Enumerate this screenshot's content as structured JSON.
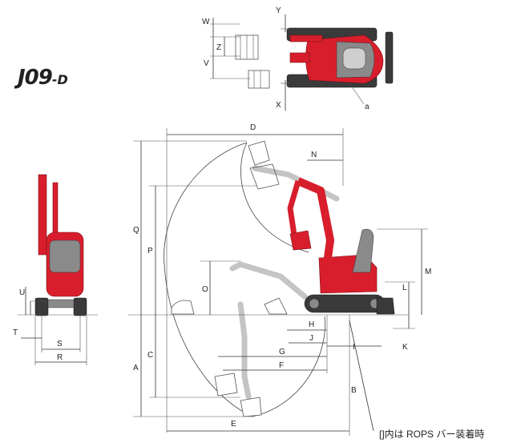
{
  "model": {
    "name": "J09",
    "suffix": "-D"
  },
  "note": "[]内は ROPS バー装着時",
  "dimension_labels": {
    "A": "A",
    "B": "B",
    "C": "C",
    "D": "D",
    "E": "E",
    "F": "F",
    "G": "G",
    "H": "H",
    "I": "I",
    "J": "J",
    "K": "K",
    "L": "L",
    "M": "M",
    "N": "N",
    "O": "O",
    "P": "P",
    "Q": "Q",
    "R": "R",
    "S": "S",
    "T": "T",
    "U": "U",
    "V": "V",
    "W": "W",
    "X": "X",
    "Y": "Y",
    "Z": "Z",
    "a": "a"
  },
  "colors": {
    "machine_red": "#d81e2c",
    "track_dark": "#3a3a3a",
    "line": "#333333"
  }
}
